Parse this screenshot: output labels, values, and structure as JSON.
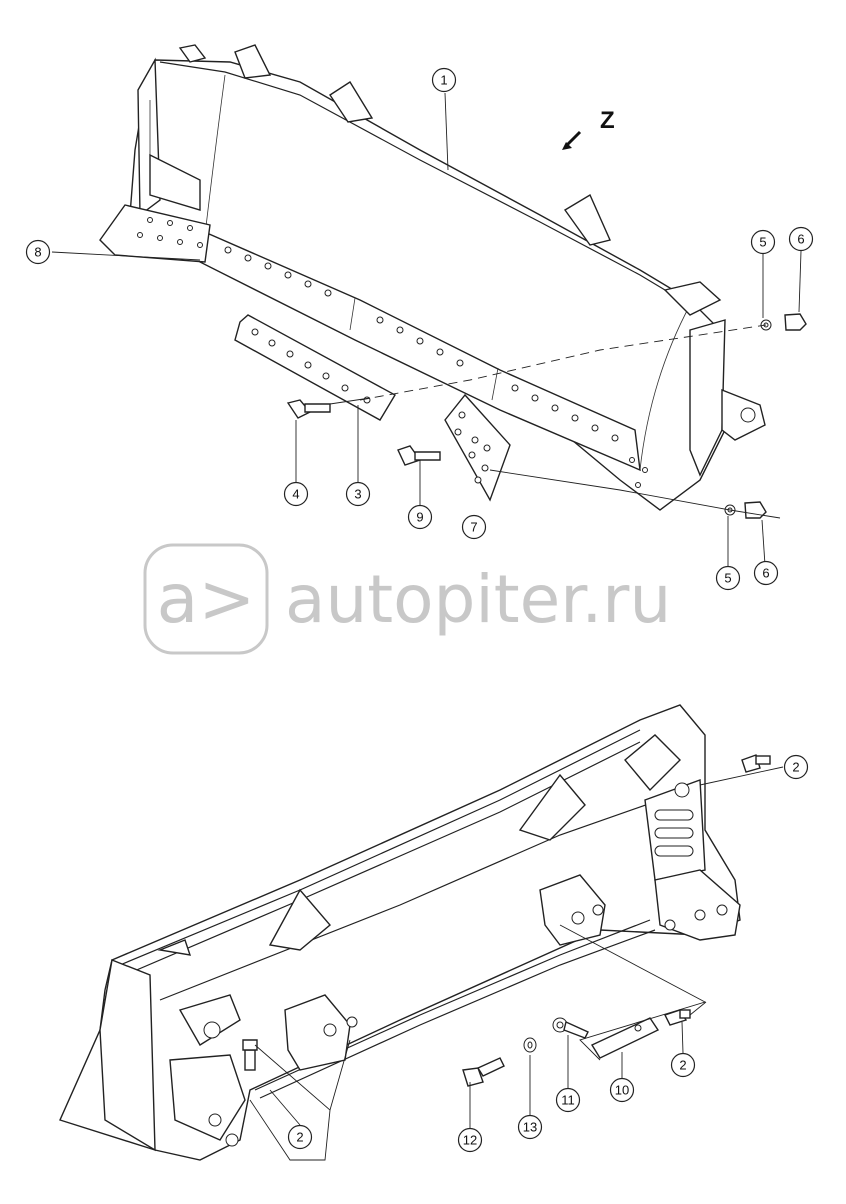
{
  "view_label": "Z",
  "watermark": {
    "logo_text": "a>",
    "site_text": "autopiter.ru"
  },
  "callouts_upper": [
    "1",
    "8",
    "5",
    "6",
    "4",
    "3",
    "9",
    "7",
    "5",
    "6"
  ],
  "callouts_lower": [
    "2",
    "2",
    "2",
    "12",
    "13",
    "11",
    "10"
  ]
}
